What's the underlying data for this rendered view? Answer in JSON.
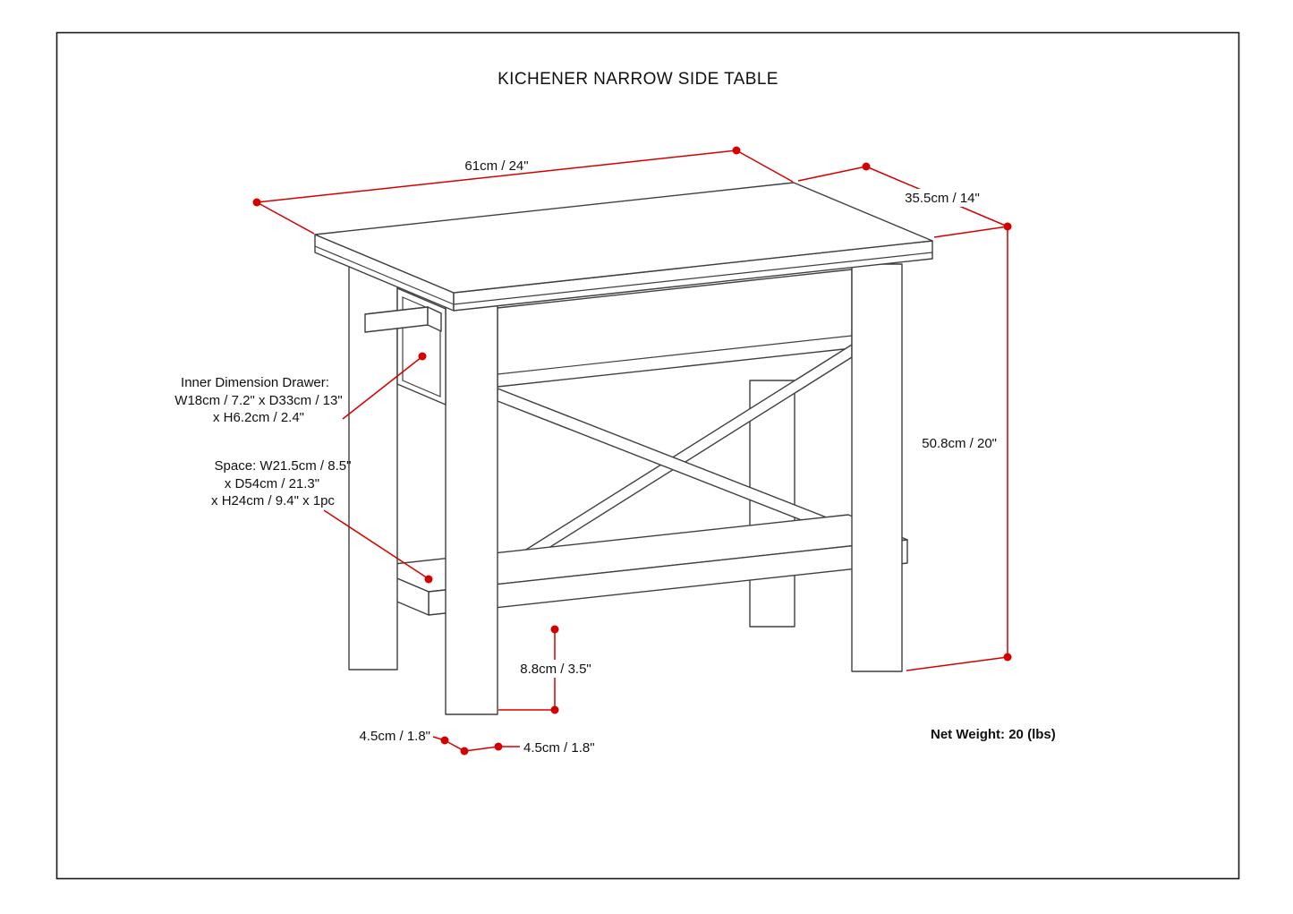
{
  "title": "KICHENER NARROW SIDE TABLE",
  "dims": {
    "width": "61cm / 24\"",
    "depth": "35.5cm / 14\"",
    "height": "50.8cm / 20\"",
    "shelf_clearance": "8.8cm / 3.5\"",
    "leg_size_left": "4.5cm / 1.8\"",
    "leg_size_right": "4.5cm / 1.8\""
  },
  "drawer_note": {
    "l1": "Inner Dimension Drawer:",
    "l2": "W18cm / 7.2\" x D33cm / 13\"",
    "l3": "x H6.2cm / 2.4\""
  },
  "space_note": {
    "l1": "Space: W21.5cm / 8.5\"",
    "l2": "x D54cm / 21.3\"",
    "l3": "x H24cm / 9.4\" x 1pc"
  },
  "net_weight": "Net Weight: 20 (lbs)",
  "colors": {
    "dimension_red": "#d40000",
    "linework_gray": "#3f3f3f"
  }
}
